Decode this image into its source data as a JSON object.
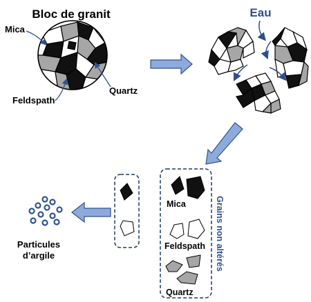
{
  "labels": {
    "granite_block": "Bloc de granit",
    "mica": "Mica",
    "feldspar": "Feldspath",
    "quartz": "Quartz",
    "water": "Eau",
    "clay_particles_line1": "Particules",
    "clay_particles_line2": "d’argile",
    "grain_mica": "Mica",
    "grain_feldspar": "Feldspath",
    "grain_quartz": "Quartz",
    "unaltered_grains": "Grains non altérés"
  },
  "colors": {
    "mica": "#111111",
    "feldspar": "#ffffff",
    "quartz": "#a6a6a6",
    "water": "#2e4f8c",
    "process_arrow": "#8eaadb",
    "arrow_outline": "#2f528f",
    "dashed_box": "#1f3864"
  }
}
